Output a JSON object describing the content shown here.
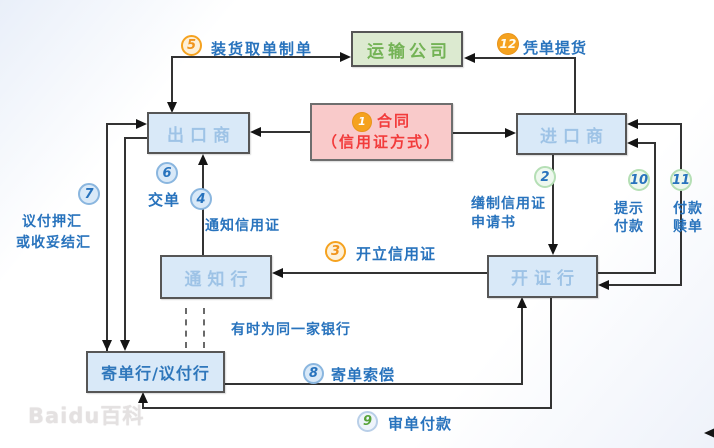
{
  "colors": {
    "node_fill": "#d9e9f8",
    "transport_fill": "#dcead0",
    "contract_fill": "#f9caca",
    "label_blue": "#2873bd",
    "pale_node_text": "#9ec3e6",
    "transport_green": "#74b356",
    "contract_red": "#f23b3b",
    "badge_orange": "#f5a21f",
    "line_color": "#333333"
  },
  "nodes": {
    "transport": "运输公司",
    "exporter": "出口商",
    "importer": "进口商",
    "advising": "通知行",
    "issuing": "开证行",
    "negotiating": "寄单行/议付行"
  },
  "contract": {
    "num": "1",
    "title": "合同",
    "subtitle": "（信用证方式）"
  },
  "steps": {
    "s2": {
      "num": "2",
      "line1": "缮制信用证",
      "line2": "申请书"
    },
    "s3": {
      "num": "3",
      "label": "开立信用证"
    },
    "s4": {
      "num": "4",
      "label": "通知信用证"
    },
    "s5": {
      "num": "5",
      "label": "装货取单制单"
    },
    "s6": {
      "num": "6",
      "label": "交单"
    },
    "s7": {
      "num": "7",
      "line1": "议付押汇",
      "line2": "或收妥结汇"
    },
    "s8": {
      "num": "8",
      "label": "寄单索偿"
    },
    "s9": {
      "num": "9",
      "label": "审单付款"
    },
    "s10": {
      "num": "10",
      "line1": "提示",
      "line2": "付款"
    },
    "s11": {
      "num": "11",
      "line1": "付款",
      "line2": "赎单"
    },
    "s12": {
      "num": "12",
      "label": "凭单提货"
    }
  },
  "note": "有时为同一家银行",
  "watermark": "Baidu百科"
}
